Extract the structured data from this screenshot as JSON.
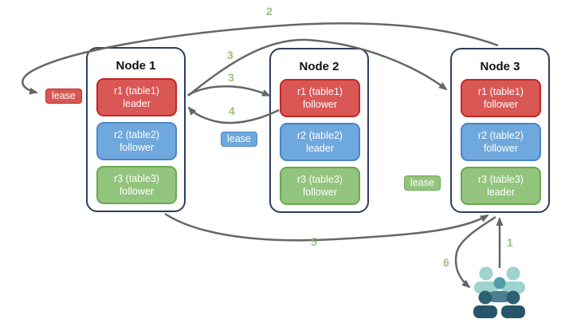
{
  "diagram": {
    "description": "Distributed database replica/lease diagram with three nodes and numbered message flow arrows",
    "nodes": [
      {
        "title": "Node 1",
        "replicas": [
          {
            "name": "r1 (table1)",
            "role": "leader",
            "color": "#d95755"
          },
          {
            "name": "r2 (table2)",
            "role": "follower",
            "color": "#6fa8dc"
          },
          {
            "name": "r3 (table3)",
            "role": "follower",
            "color": "#93c47d"
          }
        ]
      },
      {
        "title": "Node 2",
        "replicas": [
          {
            "name": "r1 (table1)",
            "role": "follower",
            "color": "#d95755"
          },
          {
            "name": "r2 (table2)",
            "role": "leader",
            "color": "#6fa8dc"
          },
          {
            "name": "r3 (table3)",
            "role": "follower",
            "color": "#93c47d"
          }
        ]
      },
      {
        "title": "Node 3",
        "replicas": [
          {
            "name": "r1 (table1)",
            "role": "follower",
            "color": "#d95755"
          },
          {
            "name": "r2 (table2)",
            "role": "follower",
            "color": "#6fa8dc"
          },
          {
            "name": "r3 (table3)",
            "role": "leader",
            "color": "#93c47d"
          }
        ]
      }
    ],
    "leases": [
      {
        "label": "lease",
        "color": "#d95755",
        "near": "Node 1 r1 leader"
      },
      {
        "label": "lease",
        "color": "#6fa8dc",
        "near": "Node 2 r2 leader"
      },
      {
        "label": "lease",
        "color": "#93c47d",
        "near": "Node 3 r3 leader"
      }
    ],
    "steps": {
      "s1": "1",
      "s2": "2",
      "s3a": "3",
      "s3b": "3",
      "s4": "4",
      "s5": "5",
      "s6": "6"
    },
    "icons": {
      "users": "users-group-icon"
    },
    "colors": {
      "node_border": "#2e3e5c",
      "arrow": "#666666",
      "step_label": "#93c47d",
      "red_fill": "#d95755",
      "red_border": "#c22724",
      "blue_fill": "#6fa8dc",
      "blue_border": "#4a86c8",
      "green_fill": "#93c47d",
      "green_border": "#6aa84f",
      "users_light": "#9ed3cf",
      "users_mid_head": "#539ba6",
      "users_mid_body": "#4d7f92",
      "users_dark_head": "#2f6072",
      "users_dark_body": "#27566a"
    }
  }
}
